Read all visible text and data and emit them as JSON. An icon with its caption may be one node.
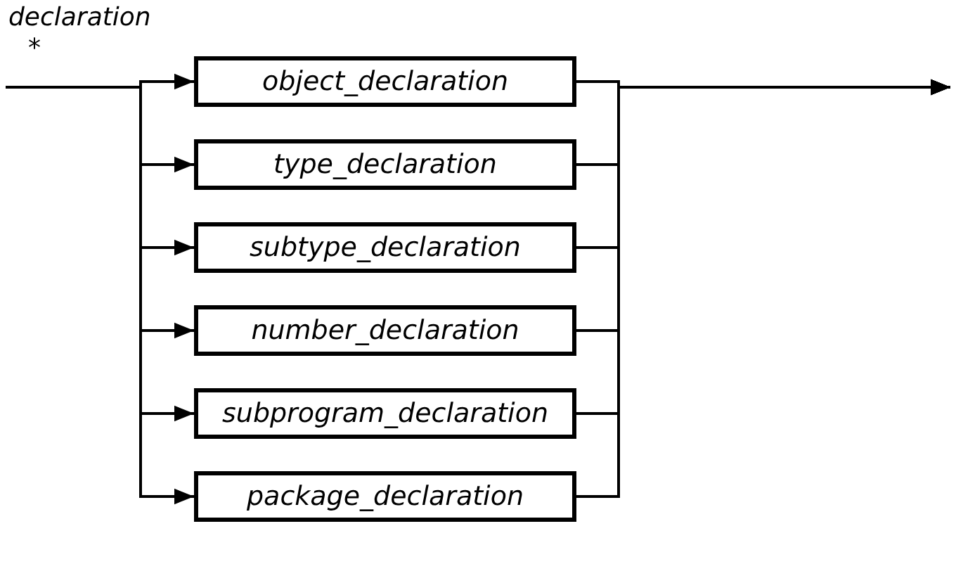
{
  "diagram": {
    "title": "declaration",
    "nodes": [
      {
        "text": [
          "object_declaration"
        ]
      },
      {
        "text": [
          "type_declaration"
        ]
      },
      {
        "text": [
          "subtype_declaration"
        ]
      },
      {
        "text": [
          "number_declaration"
        ]
      },
      {
        "text": [
          "subprogram_declaration"
        ]
      },
      {
        "text": [
          "package_declaration"
        ]
      }
    ],
    "edges": [
      {
        "from": null,
        "to": 0,
        "arrow": "to"
      },
      {
        "from": null,
        "to": 1,
        "arrow": "to"
      },
      {
        "from": null,
        "to": 2,
        "arrow": "to"
      },
      {
        "from": null,
        "to": 3,
        "arrow": "to"
      },
      {
        "from": null,
        "to": 4,
        "arrow": "to"
      },
      {
        "from": null,
        "to": 5,
        "arrow": "to"
      },
      {
        "from": 0,
        "to": null,
        "arrow": "to"
      },
      {
        "from": 1,
        "to": null,
        "arrow": "to"
      },
      {
        "from": 2,
        "to": null,
        "arrow": "to"
      },
      {
        "from": 3,
        "to": null,
        "arrow": "to"
      },
      {
        "from": 4,
        "to": null,
        "arrow": "to"
      },
      {
        "from": 5,
        "to": null,
        "arrow": "to"
      }
    ],
    "labels": [
      "*"
    ]
  }
}
